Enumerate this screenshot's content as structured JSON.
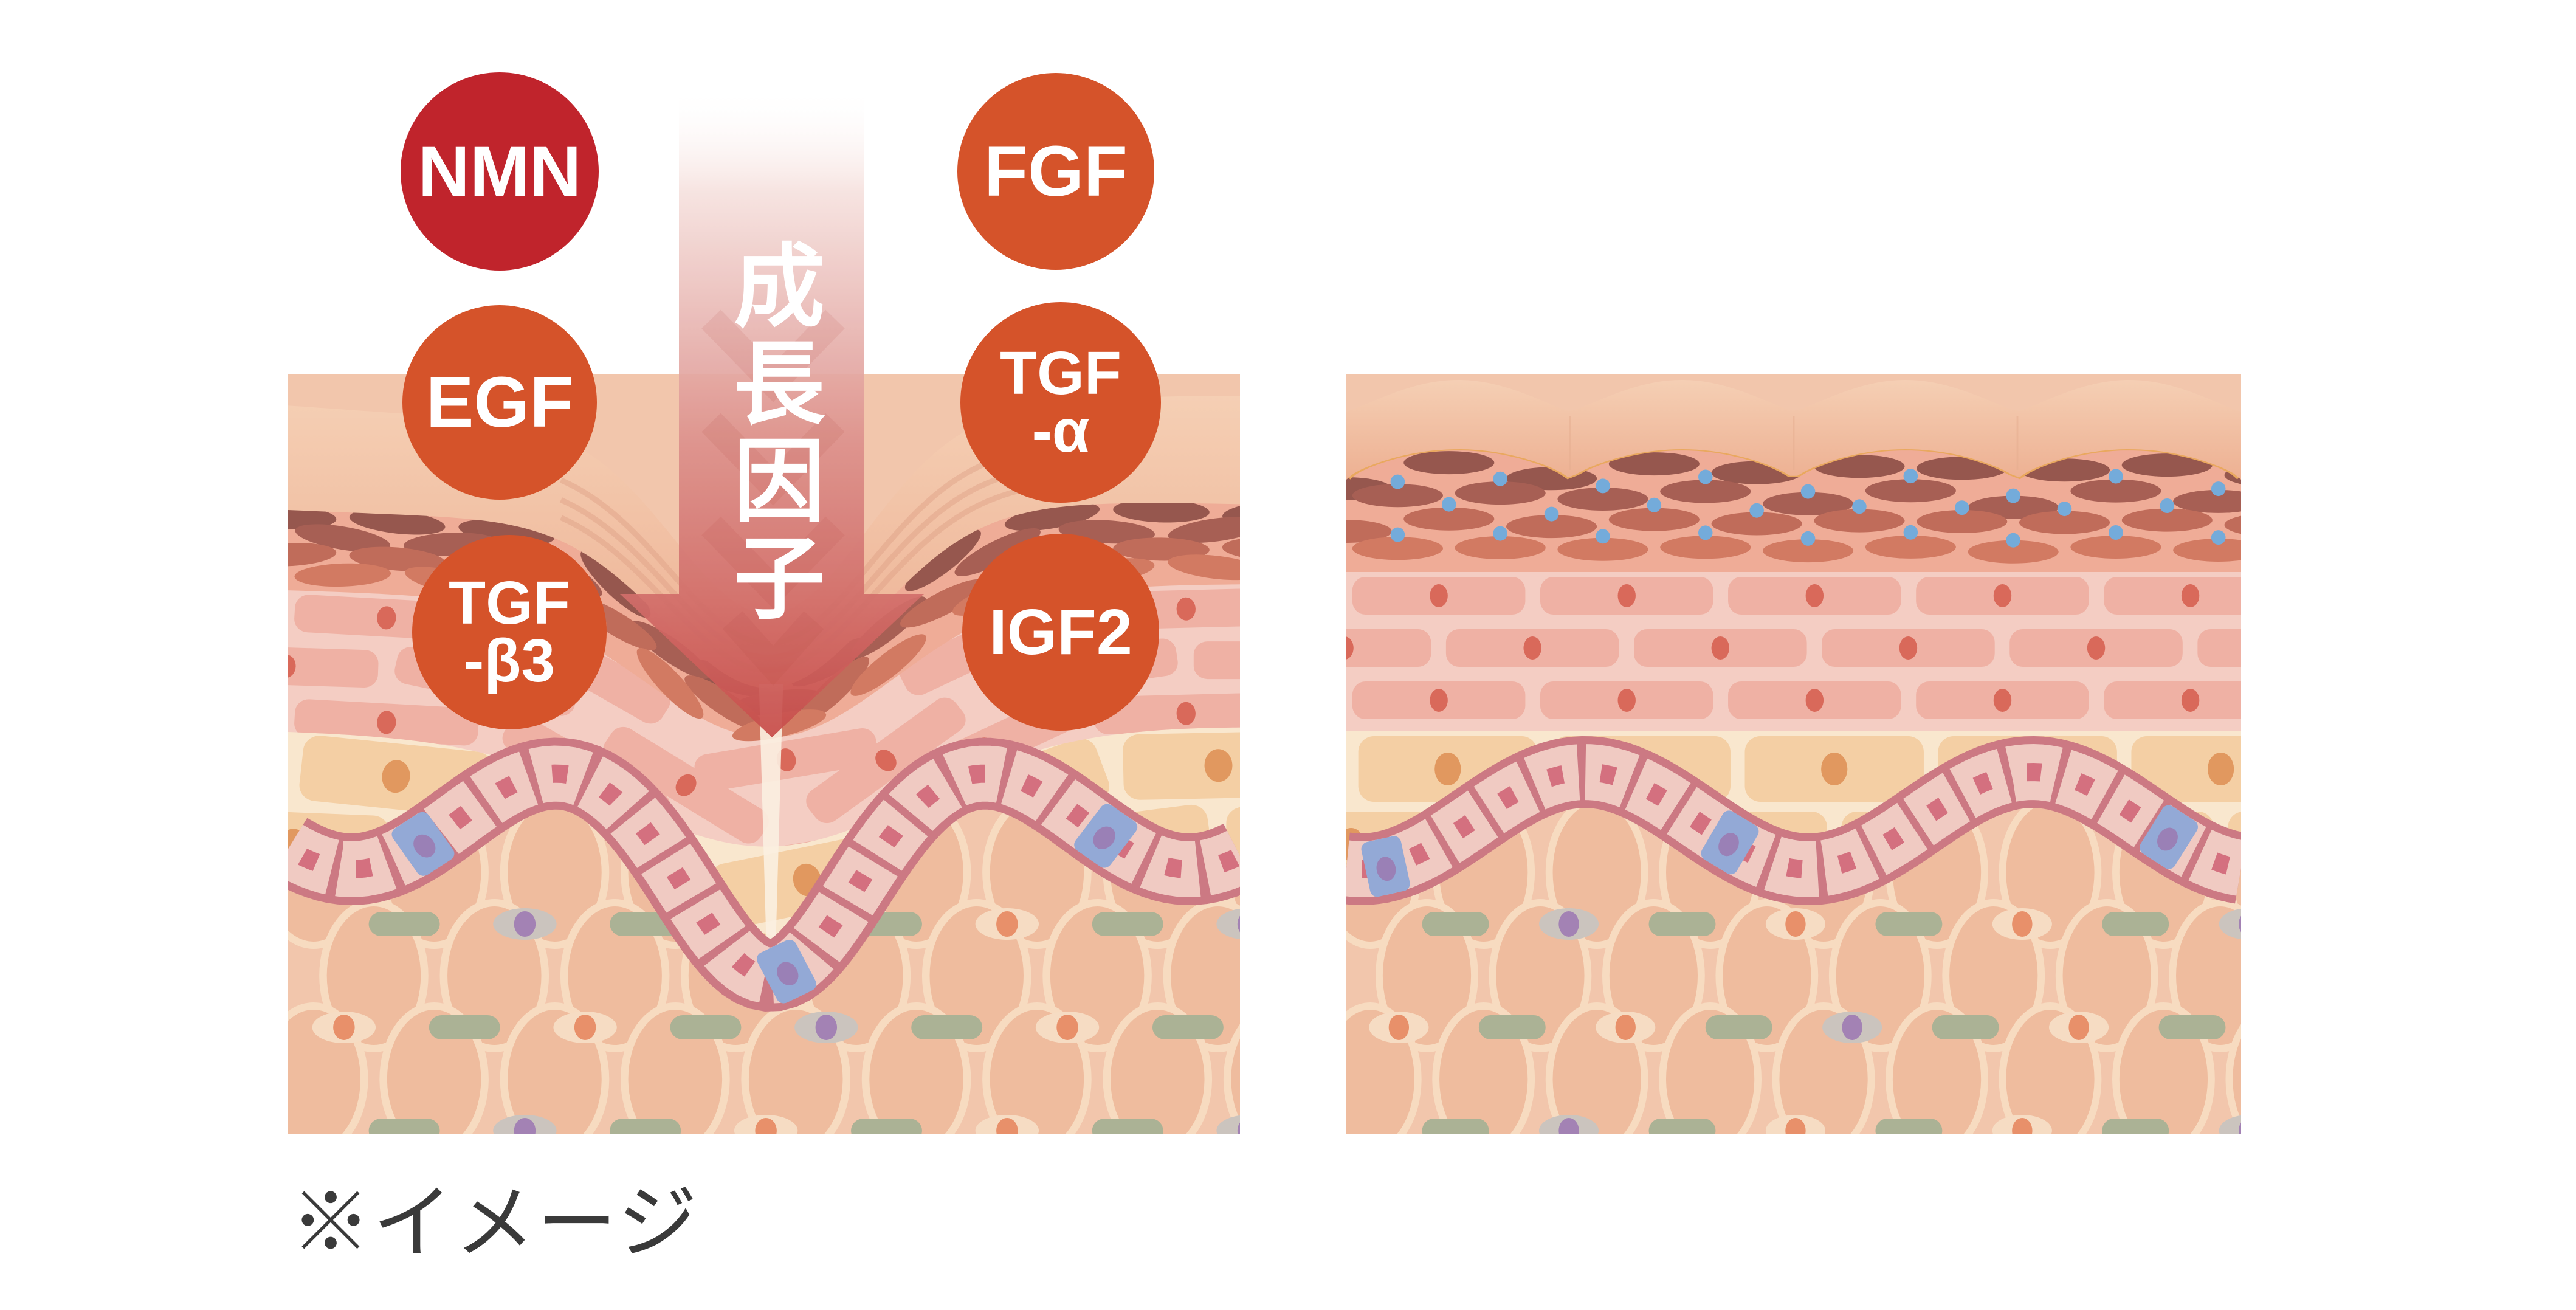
{
  "page": {
    "background": "#FFFFFF",
    "caption": "※イメージ"
  },
  "arrow": {
    "label": "成長因子"
  },
  "badges": [
    {
      "id": "nmn",
      "label": "NMN",
      "color": "#C0242C"
    },
    {
      "id": "egf",
      "label": "EGF",
      "color": "#D5532A"
    },
    {
      "id": "tgf-b3",
      "label": "TGF\n-β3",
      "color": "#D5532A"
    },
    {
      "id": "fgf",
      "label": "FGF",
      "color": "#D5532A"
    },
    {
      "id": "tgf-a",
      "label": "TGF\n-α",
      "color": "#D5532A"
    },
    {
      "id": "igf2",
      "label": "IGF2",
      "color": "#D5532A"
    }
  ],
  "panels": {
    "left": {
      "name": "wrinkled skin cross-section (before)"
    },
    "right": {
      "name": "smooth skin cross-section (after)"
    }
  },
  "colors": {
    "arrow_light": "#F6E2DF",
    "arrow_mid": "#DD918C",
    "arrow_deep": "#C84E4B",
    "arrow_streak": "#B4443E",
    "surface_light": "#F5CFB4",
    "surface_dark": "#EDB092",
    "gold": "#E9A85F",
    "spindle_bg": "#EFAC97",
    "spindle_rows": [
      "#96574E",
      "#A75F54",
      "#C06C5A",
      "#D27A62"
    ],
    "blue_dot": "#74ABDA",
    "pink_bg": "#F4CDC3",
    "pink_cell": "#EFB1A4",
    "pink_nuc": "#D9695A",
    "cream_bg": "#F9E7CE",
    "cream_cell": "#F4CFA4",
    "cream_nuc": "#E1985F",
    "basal_outline": "#CC7983",
    "basal_cell": "#F0CAC2",
    "basal_nuc": "#D4707F",
    "basal_blue": "#93A9D6",
    "basal_blue_nuc": "#9A80B6",
    "sub_bg": "#F2C6AC",
    "sub_cell": "#EFBC9E",
    "sub_cell_rim": "#F7DBC0",
    "dash": "#ABB295",
    "eye_outer": "#F6DCC3",
    "eye_dot": "#E8906A",
    "gray_cell": "#CBC4BE",
    "gray_nuc": "#A382B4",
    "fold": "#DE9F86",
    "crease": "#FBF0E1",
    "caption_text": "#3A3A3A",
    "badge_text": "#FFFFFF"
  }
}
